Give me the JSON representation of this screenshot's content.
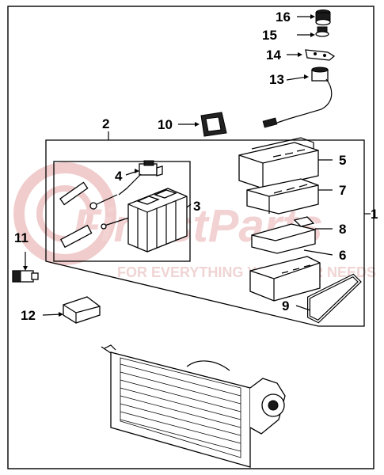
{
  "watermark": {
    "brand_main": "FinestParts",
    "brand_sub": "FOR EVERYTHING YOUR CAR NEEDS",
    "logo_color": "#e9b3b3"
  },
  "callouts": [
    "16",
    "15",
    "14",
    "13",
    "10",
    "2",
    "4",
    "3",
    "5",
    "7",
    "1",
    "8",
    "6",
    "11",
    "9",
    "12"
  ]
}
